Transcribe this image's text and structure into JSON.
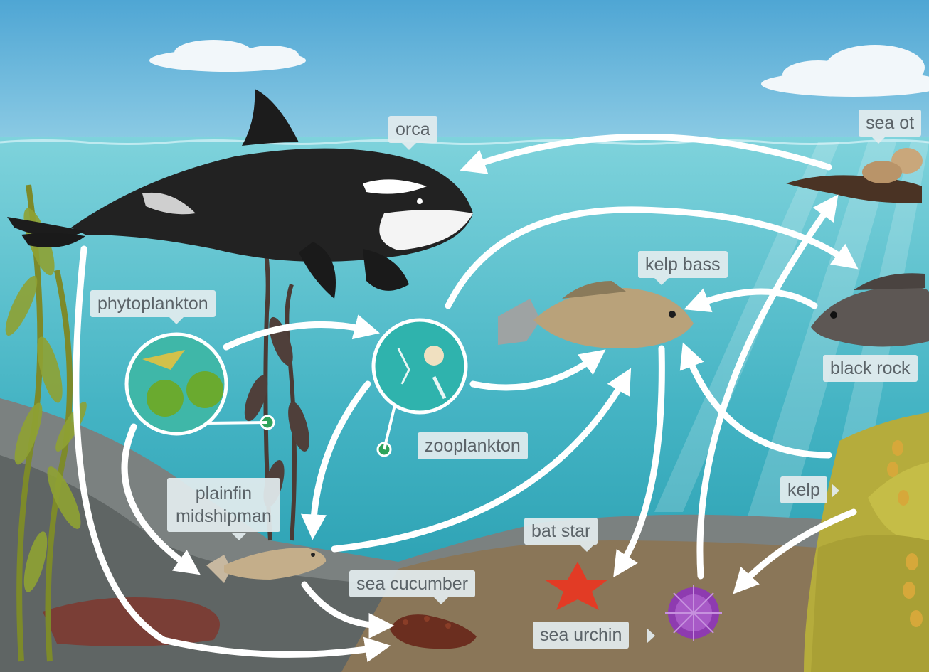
{
  "labels": {
    "orca": "orca",
    "sea_otter": "sea ot",
    "phytoplankton": "phytoplankton",
    "kelp_bass": "kelp bass",
    "black_rockfish": "black rock",
    "zooplankton": "zooplankton",
    "plainfin_line1": "plainfin",
    "plainfin_line2": "midshipman",
    "kelp": "kelp",
    "bat_star": "bat star",
    "sea_cucumber": "sea cucumber",
    "sea_urchin": "sea urchin"
  },
  "colors": {
    "sky": "#6ab7de",
    "water": "#5cbfcb",
    "label_bg": "#e2ecee",
    "label_text": "#5b6368",
    "arrow": "#ffffff",
    "node_green": "#2ea35a"
  },
  "icons": [
    "orca-icon",
    "sea-otter-icon",
    "kelp-bass-icon",
    "black-rockfish-icon",
    "phytoplankton-icon",
    "zooplankton-icon",
    "plainfin-midshipman-icon",
    "sea-cucumber-icon",
    "bat-star-icon",
    "sea-urchin-icon",
    "kelp-icon",
    "cloud-icon"
  ]
}
